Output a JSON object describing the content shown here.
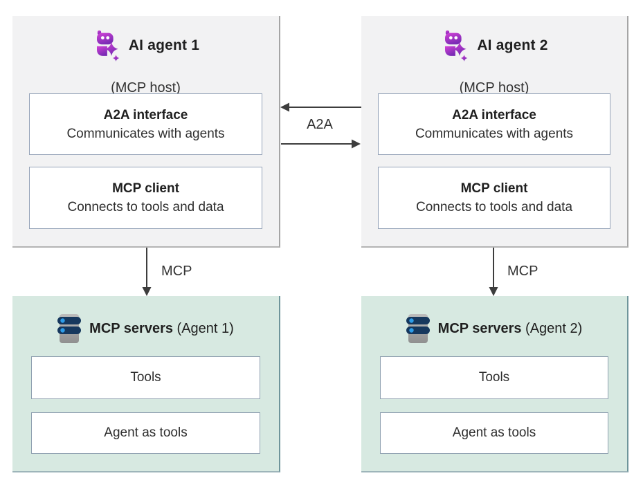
{
  "agent1": {
    "title": "AI agent 1",
    "subtitle": "(MCP host)",
    "a2a_interface": {
      "title": "A2A interface",
      "description": "Communicates with agents"
    },
    "mcp_client": {
      "title": "MCP client",
      "description": "Connects to tools and data"
    }
  },
  "agent2": {
    "title": "AI agent 2",
    "subtitle": "(MCP host)",
    "a2a_interface": {
      "title": "A2A interface",
      "description": "Communicates with agents"
    },
    "mcp_client": {
      "title": "MCP client",
      "description": "Connects to tools and data"
    }
  },
  "server1": {
    "title": "MCP servers",
    "suffix": " (Agent 1)",
    "tools": "Tools",
    "agent_as_tools": "Agent as tools"
  },
  "server2": {
    "title": "MCP servers",
    "suffix": " (Agent 2)",
    "tools": "Tools",
    "agent_as_tools": "Agent as tools"
  },
  "connections": {
    "a2a_label": "A2A",
    "mcp_label_left": "MCP",
    "mcp_label_right": "MCP"
  },
  "icons": {
    "agent": "ai-agent-robot-sparkle-icon",
    "server": "server-stack-icon"
  },
  "colors": {
    "agent_box_fill": "#f2f2f3",
    "server_box_fill": "#d7e9e1",
    "inner_box_border": "#95a3b8",
    "arrow": "#3d3d3d",
    "agent_icon_gradient_start": "#cc3fd0",
    "agent_icon_gradient_end": "#7a2bb5",
    "server_icon_bar": "#16385e",
    "server_icon_dot": "#2d9ce8"
  }
}
